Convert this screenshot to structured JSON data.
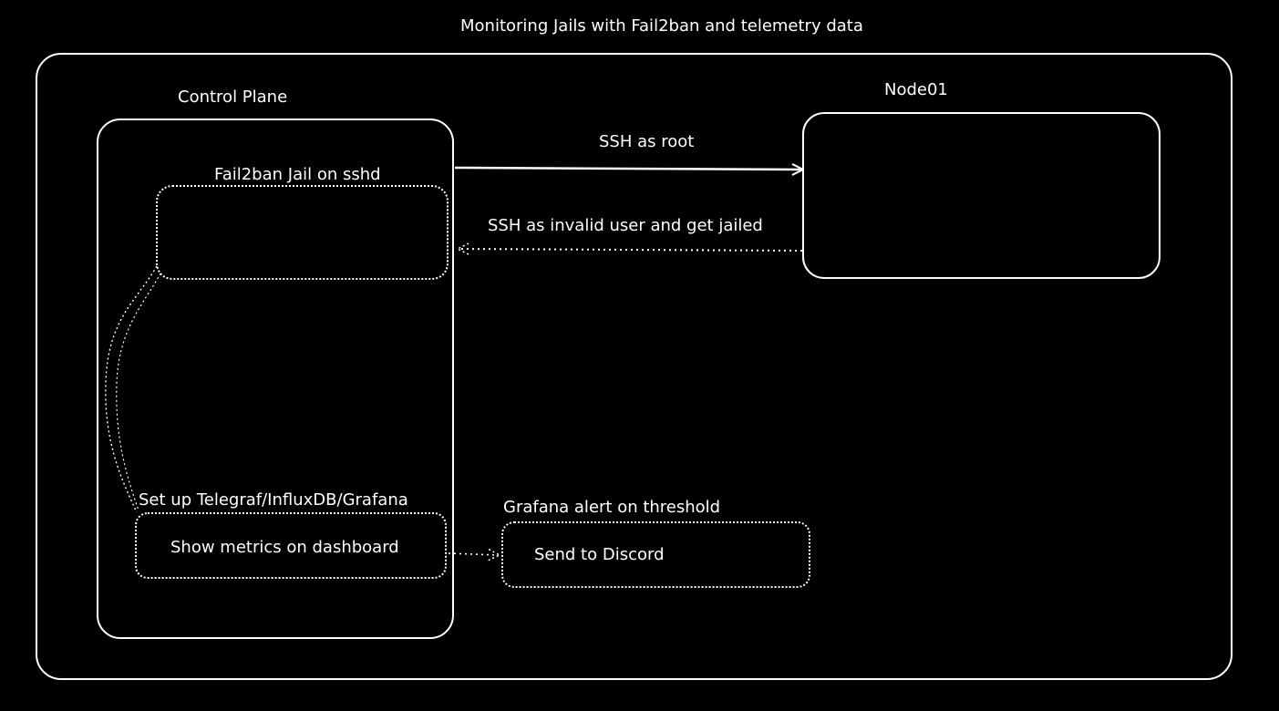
{
  "diagram": {
    "title": "Monitoring Jails with Fail2ban and telemetry data",
    "stroke_color": "#ffffff",
    "background_color": "#000000",
    "nodes": {
      "control_plane": {
        "label": "Control Plane"
      },
      "fail2ban_jail": {
        "label": "Fail2ban Jail on sshd"
      },
      "telemetry_stack": {
        "label": "Set up Telegraf/InfluxDB/Grafana",
        "inner_text": "Show metrics on dashboard"
      },
      "grafana_alert": {
        "label": "Grafana alert on threshold",
        "inner_text": "Send to Discord"
      },
      "node01": {
        "label": "Node01"
      }
    },
    "edges": {
      "ssh_root": {
        "label": "SSH as root",
        "style": "solid"
      },
      "ssh_invalid": {
        "label": "SSH as invalid user and get jailed",
        "style": "dotted"
      },
      "dashboard_to_alert": {
        "label": "",
        "style": "dotted"
      },
      "jail_to_telemetry": {
        "label": "",
        "style": "dotted"
      }
    }
  }
}
